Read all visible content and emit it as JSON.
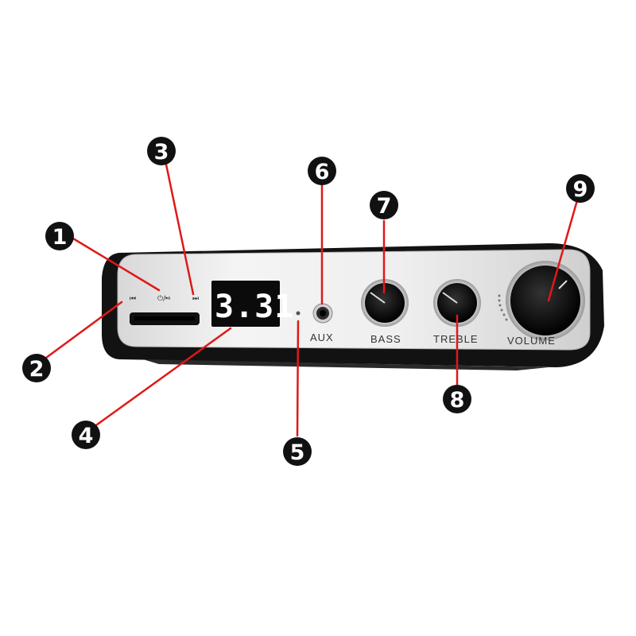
{
  "device": {
    "display_value": "3.31",
    "transport_prev_symbol": "⏮",
    "transport_play_symbol": "⏻/⏯",
    "transport_next_symbol": "⏭",
    "aux_label": "AUX",
    "bass_label": "BASS",
    "treble_label": "TREBLE",
    "volume_label": "VOLUME"
  },
  "callouts": [
    "1",
    "2",
    "3",
    "4",
    "5",
    "6",
    "7",
    "8",
    "9"
  ],
  "colors": {
    "callout_line": "#e01818",
    "callout_bubble": "#111111",
    "panel_silver": "#e6e6e6",
    "chassis": "#121212"
  }
}
